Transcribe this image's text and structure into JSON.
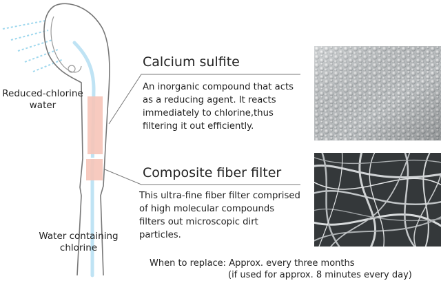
{
  "labels": {
    "reduced_chlorine": [
      "Reduced-chlorine",
      "water"
    ],
    "chlorine_water": [
      "Water containing",
      "chlorine"
    ]
  },
  "sections": [
    {
      "title": "Calcium sulfite",
      "lines": [
        "An inorganic compound that acts",
        "as a reducing agent. It reacts",
        "immediately to chlorine,thus",
        "filtering it out efficiently."
      ],
      "image_icon": "calcium-sulfite-granules-photo"
    },
    {
      "title": "Composite fiber filter",
      "lines": [
        "This ultra-fine fiber filter comprised",
        "of high molecular compounds",
        "filters out microscopic dirt",
        "particles."
      ],
      "image_icon": "fiber-filter-microscope-photo"
    }
  ],
  "replacement": {
    "line1": "When to replace: Approx. every three months",
    "line2": "(if used for approx. 8 minutes every day)"
  },
  "colors": {
    "outline": "#777777",
    "water_flow": "#bfe3f4",
    "filter_fill": "#f6c4b8",
    "spray": "#9fd8ee"
  }
}
